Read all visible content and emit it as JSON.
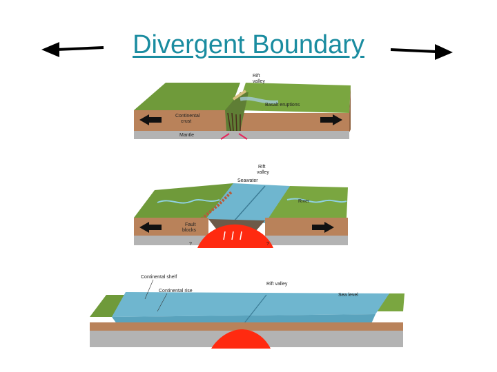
{
  "slide": {
    "title": "Divergent Boundary"
  },
  "panel1": {
    "labels": {
      "rift_valley_1": "Rift",
      "rift_valley_2": "valley",
      "basalt": "Basalt eruptions",
      "continental_crust_1": "Continental",
      "continental_crust_2": "crust",
      "mantle": "Mantle"
    }
  },
  "panel2": {
    "labels": {
      "rift_valley_1": "Rift",
      "rift_valley_2": "valley",
      "seawater": "Seawater",
      "river": "River",
      "fault_blocks_1": "Fault",
      "fault_blocks_2": "blocks",
      "q_left": "?",
      "q_right": "?"
    }
  },
  "panel3": {
    "labels": {
      "continental_shelf": "Continental shelf",
      "continental_rise": "Continental rise",
      "rift_valley": "Rift valley",
      "sea_level": "Sea level"
    }
  },
  "colors": {
    "title": "#1a8ca0",
    "grass": "#6f9a3a",
    "soil": "#b9825a",
    "mantle": "#b3b3b3",
    "water": "#6fb6cf",
    "magma": "#ff2a10"
  }
}
